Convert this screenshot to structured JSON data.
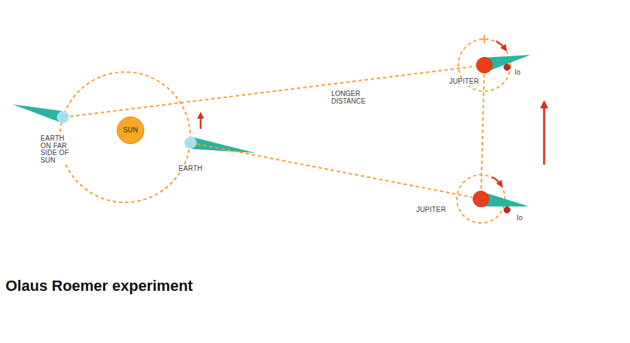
{
  "diagram": {
    "caption": "Olaus Roemer experiment",
    "nodes": [
      {
        "text": [
          "SUN"
        ]
      },
      {
        "text": [
          "EARTH ON FAR SIDE OF SUN"
        ]
      },
      {
        "text": [
          "EARTH"
        ]
      },
      {
        "text": [
          "JUPITER"
        ]
      },
      {
        "text": [
          "Io"
        ]
      },
      {
        "text": [
          "JUPITER"
        ]
      },
      {
        "text": [
          "Io"
        ]
      }
    ],
    "edges": [
      {
        "from": 1,
        "to": 3,
        "label": "LONGER DISTANCE",
        "arrow": "none"
      },
      {
        "from": 2,
        "to": 5,
        "arrow": "none"
      },
      {
        "from": 3,
        "to": 5,
        "arrow": "none"
      }
    ]
  }
}
